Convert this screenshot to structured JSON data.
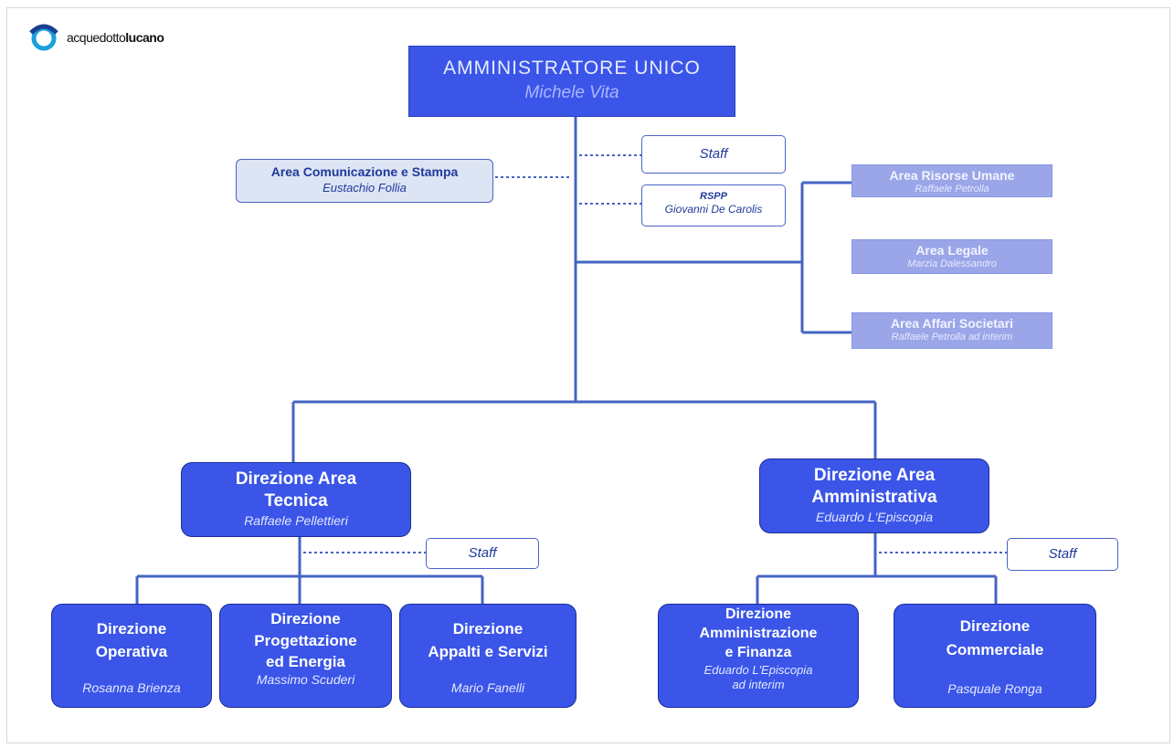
{
  "logo": {
    "prefix": "acquedotto",
    "suffix": "lucano"
  },
  "top": {
    "title": "AMMINISTRATORE UNICO",
    "name": "Michele Vita"
  },
  "staff_label": "Staff",
  "communication": {
    "title": "Area Comunicazione e Stampa",
    "name": "Eustachio Follia"
  },
  "rspp": {
    "title": "RSPP",
    "name": "Giovanni De Carolis"
  },
  "areas": [
    {
      "title": "Area Risorse Umane",
      "name": "Raffaele Petrolla"
    },
    {
      "title": "Area Legale",
      "name": "Marzia Dalessandro"
    },
    {
      "title": "Area Affari Societari",
      "name": "Raffaele Petrolla ad interim"
    }
  ],
  "direzione_tecnica": {
    "title_1": "Direzione  Area",
    "title_2": "Tecnica",
    "name": "Raffaele Pellettieri"
  },
  "direzione_amministrativa": {
    "title_1": "Direzione  Area",
    "title_2": "Amministrativa",
    "name": "Eduardo L'Episcopia"
  },
  "sub_tecnica": [
    {
      "title_1": "Direzione",
      "title_2": "Operativa",
      "title_3": "",
      "name": "Rosanna Brienza"
    },
    {
      "title_1": "Direzione",
      "title_2": "Progettazione",
      "title_3": "ed Energia",
      "name": "Massimo Scuderi"
    },
    {
      "title_1": "Direzione",
      "title_2": "Appalti e Servizi",
      "title_3": "",
      "name": "Mario Fanelli"
    }
  ],
  "sub_amministrativa": [
    {
      "title_1": "Direzione",
      "title_2": "Amministrazione",
      "title_3": "e Finanza",
      "name_1": "Eduardo L'Episcopia",
      "name_2": "ad interim"
    },
    {
      "title_1": "Direzione",
      "title_2": "Commerciale",
      "title_3": "",
      "name_1": "Pasquale Ronga",
      "name_2": ""
    }
  ],
  "colors": {
    "primary": "#3a55e8",
    "dark_border": "#1b2e96",
    "light_area": "#9aa6e8",
    "line": "#4565c4",
    "comm_bg": "#dde4f4"
  }
}
